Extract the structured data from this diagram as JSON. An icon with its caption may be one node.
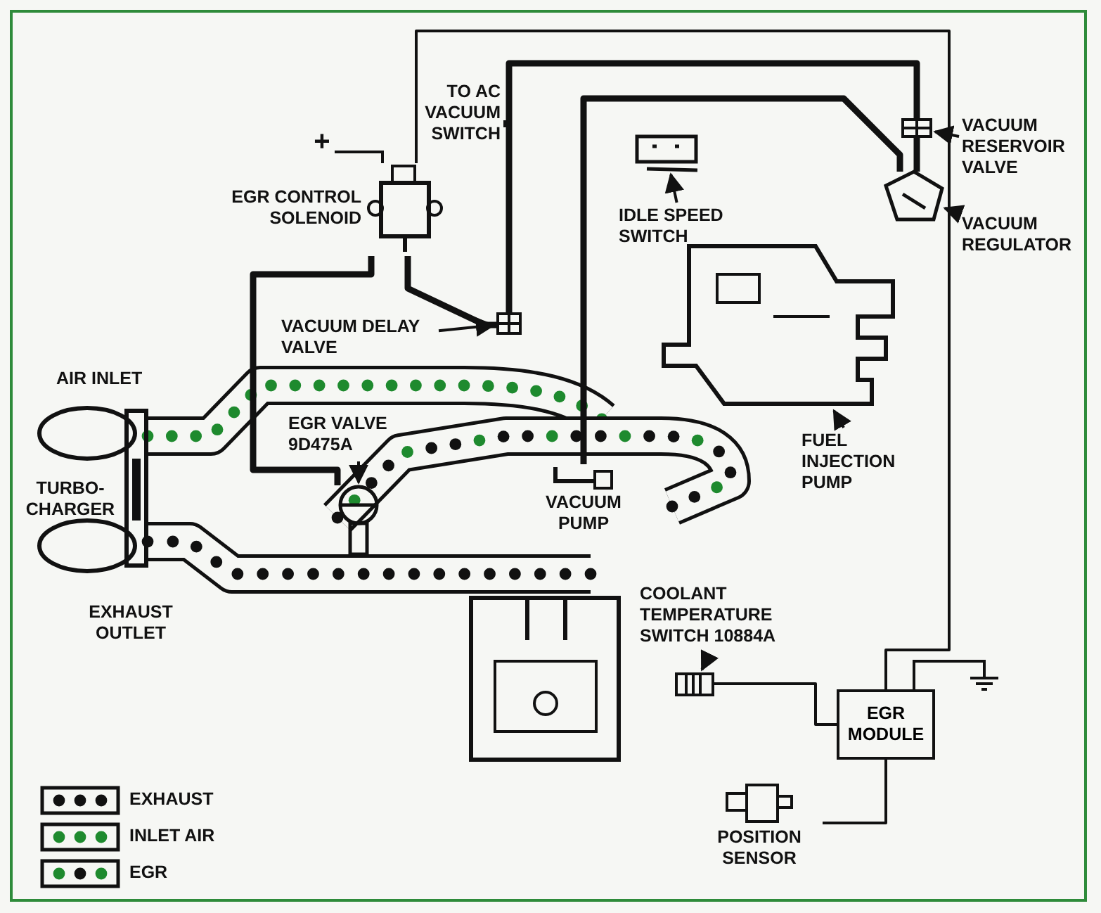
{
  "diagram": {
    "nodes": [
      {
        "text": [
          "VACUUM RESERVOIR VALVE"
        ]
      },
      {
        "text": [],
        "shape": "picture"
      },
      {
        "text": [
          "VACUUM REGULATOR"
        ]
      },
      {
        "text": [],
        "shape": "picture"
      },
      {
        "text": [
          "IDLE SPEED SWITCH"
        ]
      },
      {
        "text": [],
        "shape": "picture"
      },
      {
        "text": [
          "VACUUM DELAY VALVE"
        ]
      },
      {
        "text": [],
        "shape": "picture"
      },
      {
        "text": [
          "EGR VALVE 9D475A"
        ]
      },
      {
        "text": [],
        "shape": "picture"
      },
      {
        "text": [
          "FUEL INJECTION PUMP"
        ]
      },
      {
        "text": [],
        "shape": "picture"
      },
      {
        "text": [
          "COOLANT TEMPERATURE SWITCH 10884A"
        ]
      },
      {
        "text": [],
        "shape": "picture"
      },
      {
        "text": [
          "EGR MODULE"
        ]
      },
      {
        "text": [
          "POSITION SENSOR"
        ]
      },
      {
        "text": [
          "EGR CONTROL SOLENOID"
        ],
        "beside": [
          "+"
        ]
      },
      {
        "text": [
          "VACUUM PUMP"
        ]
      }
    ],
    "edges": [
      {
        "from": 0,
        "to": 1,
        "arrow": "to"
      },
      {
        "from": 2,
        "to": 3,
        "arrow": "to"
      },
      {
        "from": 4,
        "to": 5,
        "arrow": "to"
      },
      {
        "from": 6,
        "to": 7,
        "arrow": "to"
      },
      {
        "from": 8,
        "to": 9,
        "arrow": "to"
      },
      {
        "from": 10,
        "to": 11,
        "arrow": "to"
      },
      {
        "from": 12,
        "to": 13,
        "arrow": "to"
      },
      {
        "from": 13,
        "to": 14,
        "arrow": "none"
      },
      {
        "from": 14,
        "to": 15,
        "arrow": "none"
      },
      {
        "from": 16,
        "to": 7,
        "arrow": "none",
        "style": "thick"
      },
      {
        "from": 7,
        "to": 1,
        "arrow": "none",
        "style": "thick"
      },
      {
        "from": 1,
        "to": 3,
        "arrow": "none",
        "style": "thick"
      },
      {
        "from": 17,
        "to": 3,
        "arrow": "none",
        "style": "thick"
      },
      {
        "from": 16,
        "to": 9,
        "arrow": "none",
        "style": "thick"
      },
      {
        "from": 16,
        "to": 14,
        "arrow": "none"
      }
    ],
    "labels": [
      "TO AC VACUUM SWITCH",
      "AIR INLET",
      "TURBO-CHARGER",
      "EXHAUST OUTLET"
    ],
    "legend": [
      {
        "text": "EXHAUST"
      },
      {
        "text": "INLET AIR"
      },
      {
        "text": "EGR"
      }
    ]
  }
}
